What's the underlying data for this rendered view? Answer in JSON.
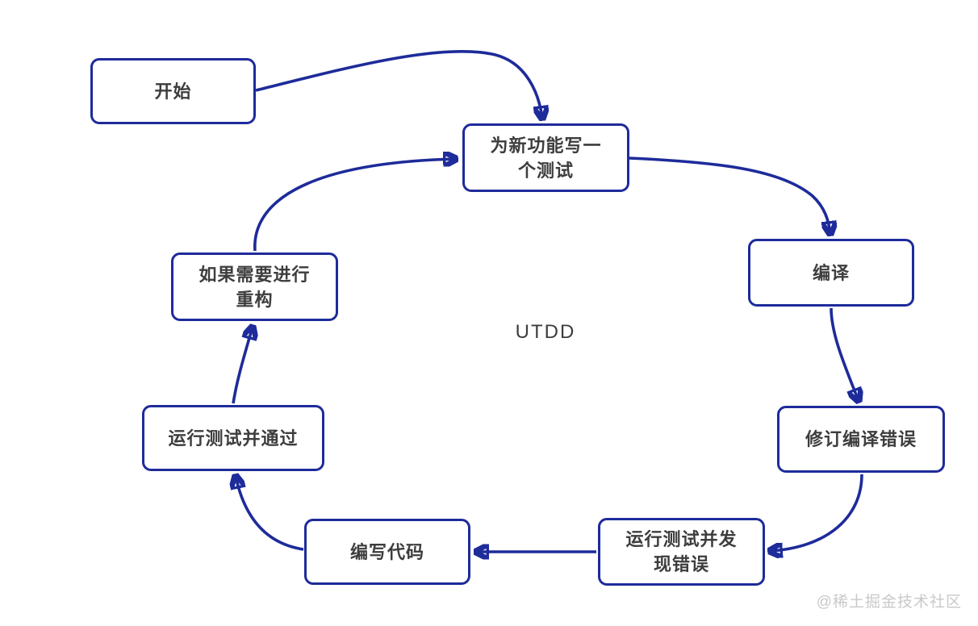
{
  "diagram": {
    "center_label": "UTDD",
    "watermark": "@稀土掘金技术社区",
    "colors": {
      "stroke": "#1e2b9a",
      "node_border": "#1e2b9a",
      "node_text": "#3d3d3d",
      "watermark": "#c9c9c9",
      "background": "#ffffff"
    }
  },
  "nodes": [
    {
      "id": "start",
      "lines": [
        "开始"
      ]
    },
    {
      "id": "write-test",
      "lines": [
        "为新功能写一",
        "个测试"
      ]
    },
    {
      "id": "compile",
      "lines": [
        "编译"
      ]
    },
    {
      "id": "fix-compile-errors",
      "lines": [
        "修订编译错误"
      ]
    },
    {
      "id": "run-test-find-errors",
      "lines": [
        "运行测试并发",
        "现错误"
      ]
    },
    {
      "id": "write-code",
      "lines": [
        "编写代码"
      ]
    },
    {
      "id": "run-test-pass",
      "lines": [
        "运行测试并通过"
      ]
    },
    {
      "id": "refactor",
      "lines": [
        "如果需要进行",
        "重构"
      ]
    }
  ],
  "edges": [
    {
      "from": "start",
      "to": "write-test"
    },
    {
      "from": "refactor",
      "to": "write-test"
    },
    {
      "from": "write-test",
      "to": "compile"
    },
    {
      "from": "compile",
      "to": "fix-compile-errors"
    },
    {
      "from": "fix-compile-errors",
      "to": "run-test-find-errors"
    },
    {
      "from": "run-test-find-errors",
      "to": "write-code"
    },
    {
      "from": "write-code",
      "to": "run-test-pass"
    },
    {
      "from": "run-test-pass",
      "to": "refactor"
    }
  ]
}
